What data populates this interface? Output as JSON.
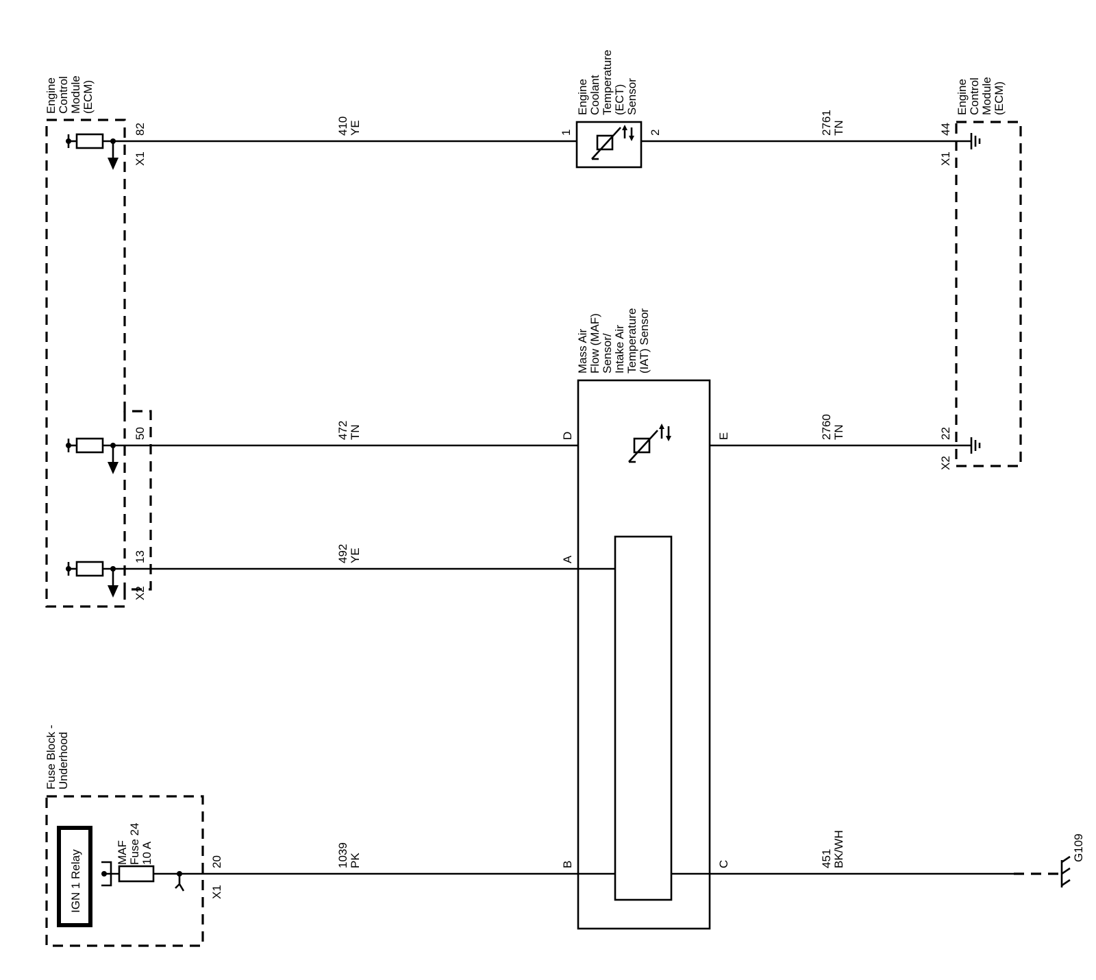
{
  "components": {
    "ecm_left": "Engine\nControl\nModule\n(ECM)",
    "ect_sensor": "Engine\nCoolant\nTemperature\n(ECT)\nSensor",
    "ecm_right": "Engine\nControl\nModule\n(ECM)",
    "maf_iat": "Mass Air\nFlow (MAF)\nSensor/\nIntake Air\nTemperature\n(IAT) Sensor",
    "fuse_block": "Fuse Block -\nUnderhood",
    "relay": "IGN 1 Relay",
    "fuse": "MAF\nFuse 24\n10 A",
    "ground": "G109"
  },
  "wires": [
    {
      "circuit": "410",
      "color": "YE"
    },
    {
      "circuit": "2761",
      "color": "TN"
    },
    {
      "circuit": "472",
      "color": "TN"
    },
    {
      "circuit": "2760",
      "color": "TN"
    },
    {
      "circuit": "492",
      "color": "YE"
    },
    {
      "circuit": "1039",
      "color": "PK"
    },
    {
      "circuit": "451",
      "color": "BK/WH"
    }
  ],
  "pins": {
    "ecm_x1_82": "82",
    "ecm_x1_conn": "X1",
    "ect_1": "1",
    "ect_2": "2",
    "ecm_r_44": "44",
    "ecm_r_x1": "X1",
    "ecm_50": "50",
    "ecm_13": "13",
    "ecm_x2": "X2",
    "maf_d": "D",
    "maf_e": "E",
    "maf_a": "A",
    "maf_b": "B",
    "maf_c": "C",
    "ecm_r_22": "22",
    "ecm_r_x2": "X2",
    "fb_20": "20",
    "fb_x1": "X1"
  }
}
